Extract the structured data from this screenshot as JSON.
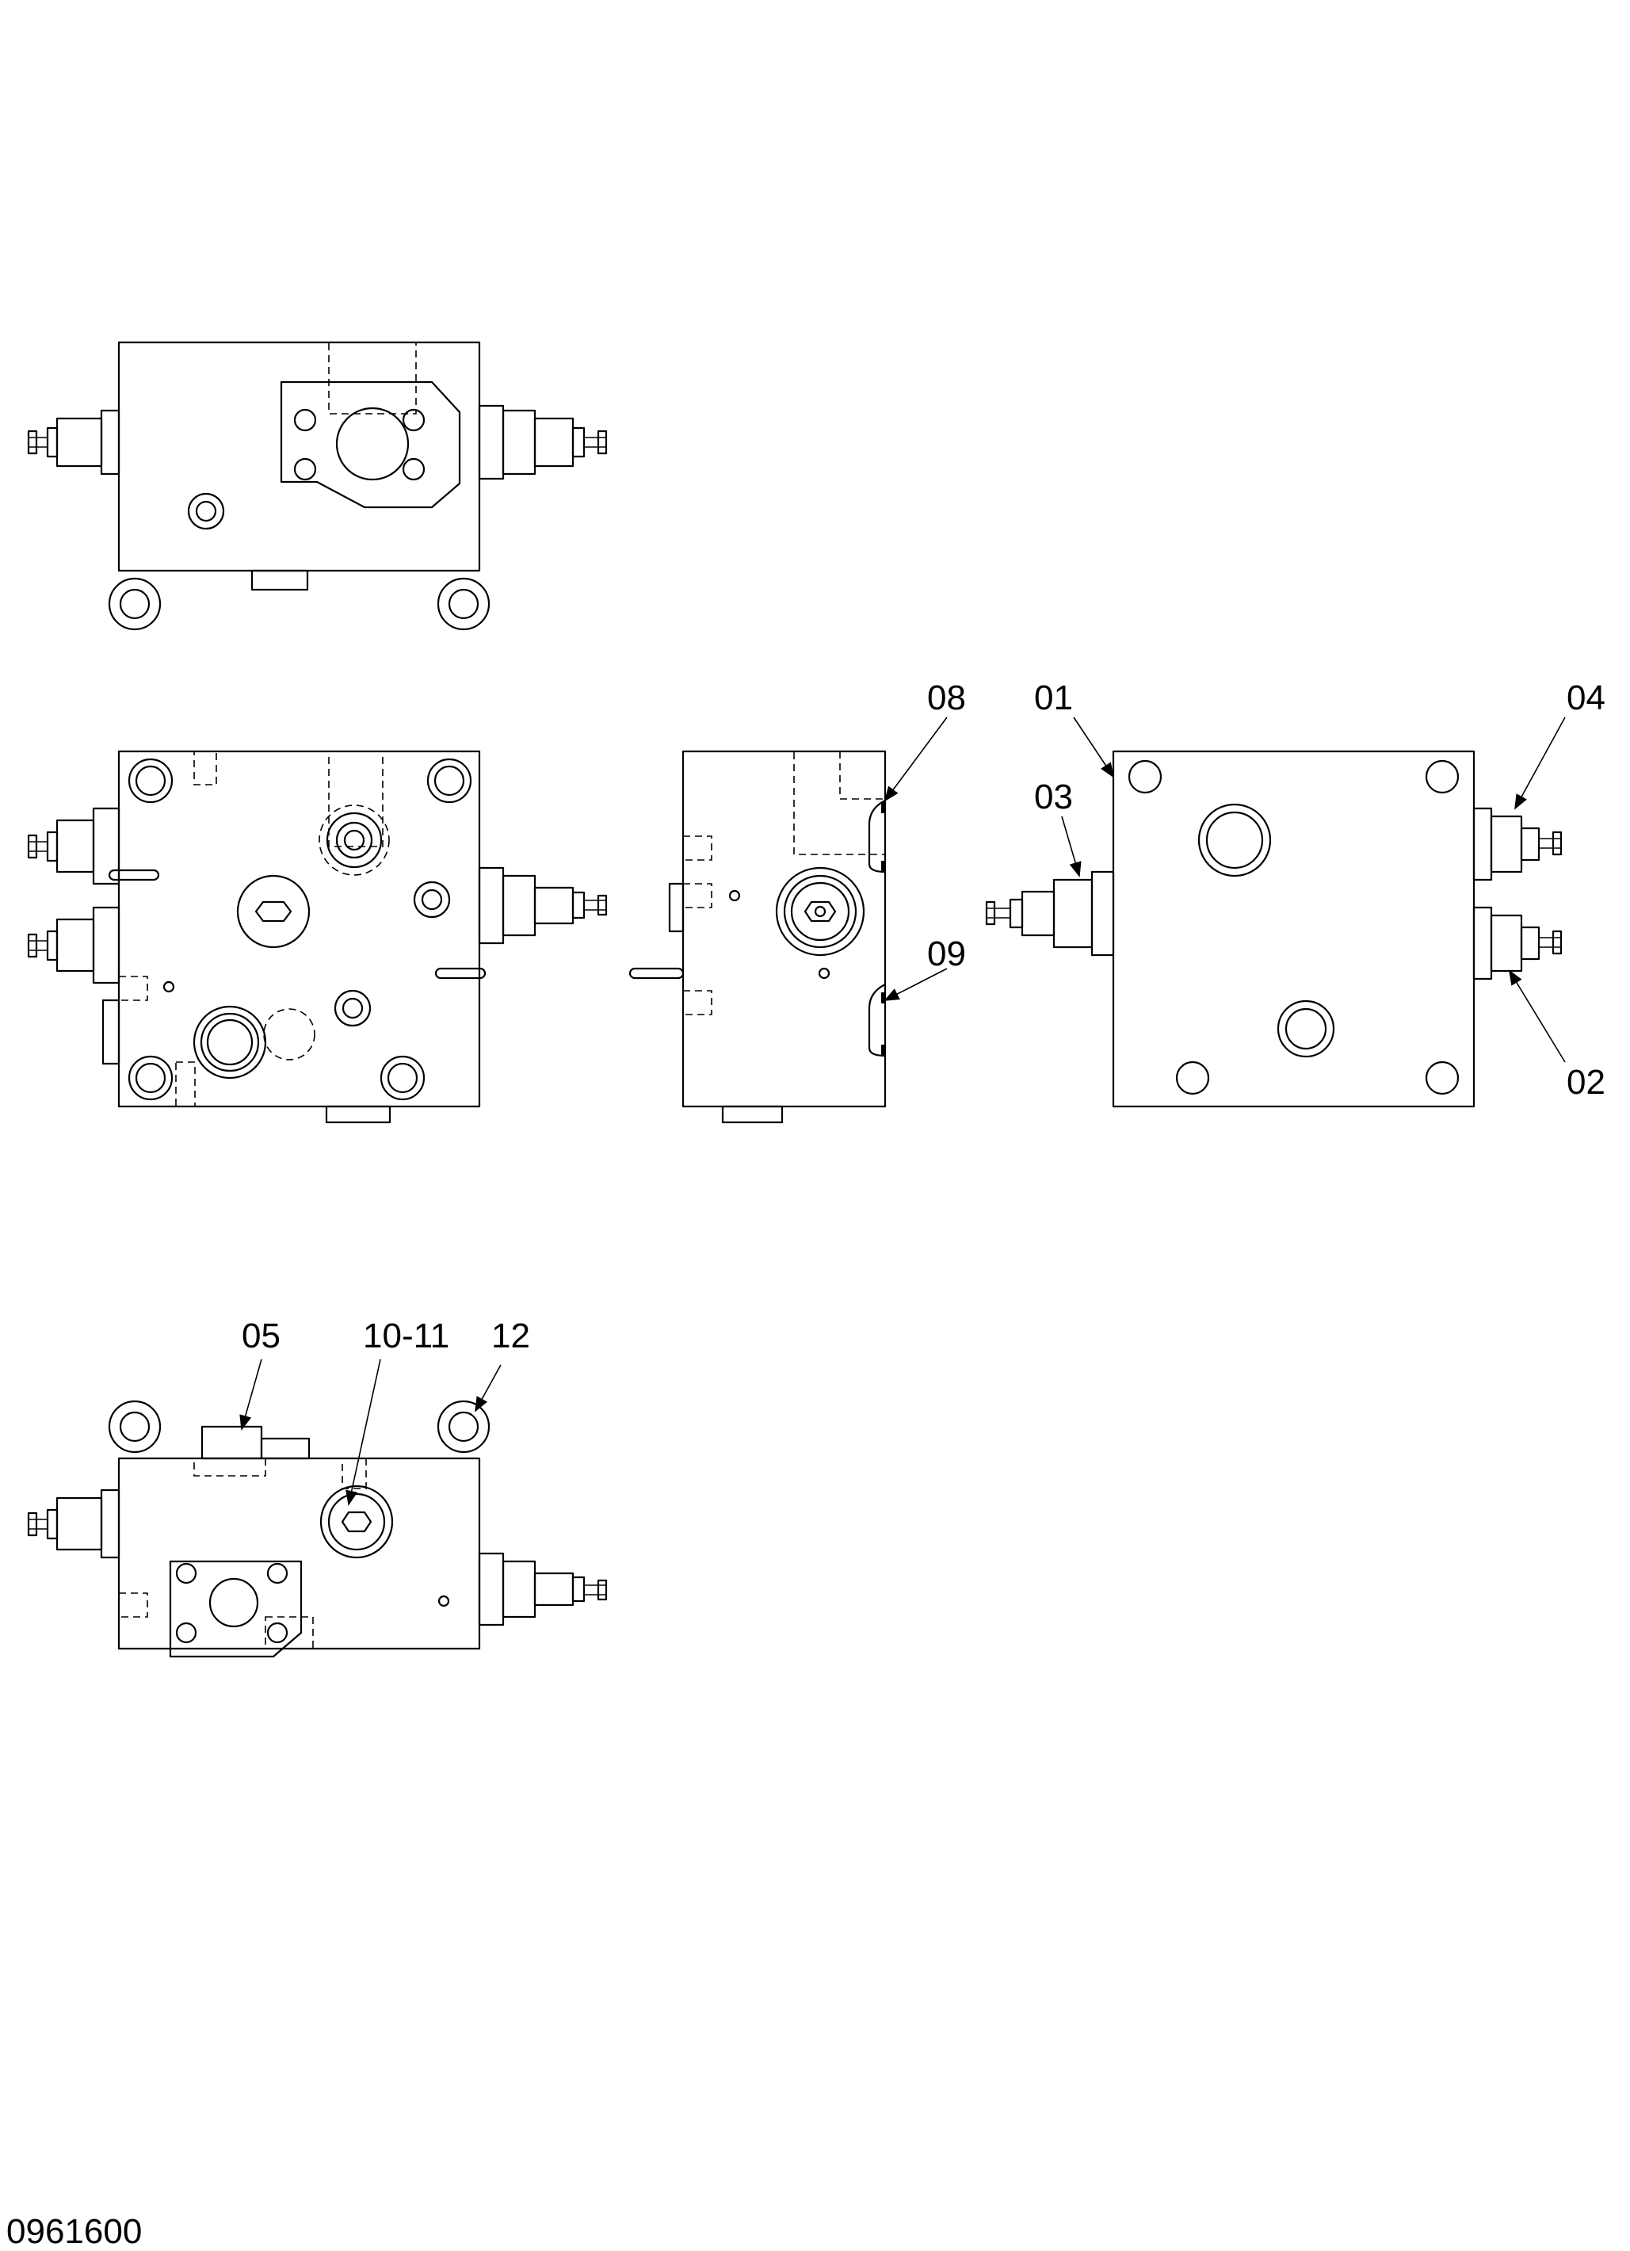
{
  "labels": {
    "l01": "01",
    "l02": "02",
    "l03": "03",
    "l04": "04",
    "l05": "05",
    "l08": "08",
    "l09": "09",
    "l10_11": "10-11",
    "l12": "12"
  },
  "drawing_number": "0961600"
}
